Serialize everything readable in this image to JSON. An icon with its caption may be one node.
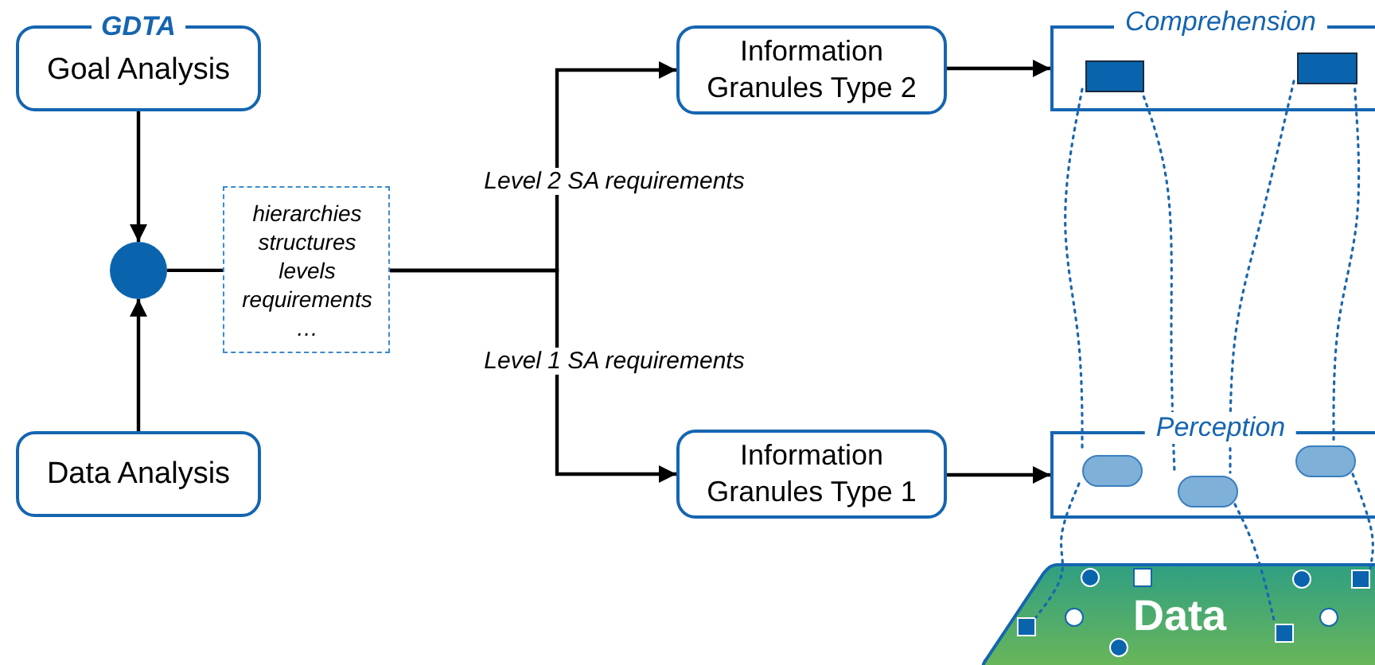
{
  "diagram": {
    "nodes": [
      {
        "text": [
          "GDTA",
          "Goal Analysis"
        ]
      },
      {
        "text": [],
        "shape": "circle"
      },
      {
        "text": [
          "Data Analysis"
        ]
      },
      {
        "text": [
          "hierarchies structures levels requirements …"
        ]
      },
      {
        "text": [
          "Information Granules Type 2"
        ]
      },
      {
        "text": [
          "Information Granules Type 1"
        ]
      },
      {
        "text": [
          "Comprehension"
        ]
      },
      {
        "text": [],
        "shape": "box",
        "in": 6
      },
      {
        "text": [],
        "shape": "box",
        "in": 6
      },
      {
        "text": [
          "Perception"
        ]
      },
      {
        "text": [],
        "shape": "pill",
        "in": 9
      },
      {
        "text": [],
        "shape": "pill",
        "in": 9
      },
      {
        "text": [],
        "shape": "pill",
        "in": 9
      },
      {
        "text": [
          "Data"
        ]
      },
      {
        "text": [],
        "shape": "circle",
        "in": 13
      },
      {
        "text": [],
        "shape": "box",
        "in": 13
      },
      {
        "text": [],
        "shape": "circle",
        "in": 13
      },
      {
        "text": [],
        "shape": "box",
        "in": 13
      },
      {
        "text": [],
        "shape": "box",
        "in": 13
      },
      {
        "text": [],
        "shape": "circle",
        "in": 13
      },
      {
        "text": [],
        "shape": "box",
        "in": 13
      },
      {
        "text": [],
        "shape": "circle",
        "in": 13
      },
      {
        "text": [],
        "shape": "circle",
        "in": 13
      }
    ],
    "edges": [
      {
        "from": 0,
        "to": 1,
        "arrow": "to"
      },
      {
        "from": 2,
        "to": 1,
        "arrow": "to"
      },
      {
        "from": 1,
        "to": 3,
        "arrow": "none"
      },
      {
        "from": 3,
        "to": 4,
        "arrow": "to",
        "label": "Level 2 SA requirements"
      },
      {
        "from": 3,
        "to": 5,
        "arrow": "to",
        "label": "Level 1 SA requirements"
      },
      {
        "from": 4,
        "to": 6,
        "arrow": "to"
      },
      {
        "from": 5,
        "to": 9,
        "arrow": "to"
      },
      {
        "from": 7,
        "to": 10,
        "arrow": "none",
        "style": "dashed",
        "color": "#1a66b0"
      },
      {
        "from": 7,
        "to": 11,
        "arrow": "none",
        "style": "dashed",
        "color": "#1a66b0"
      },
      {
        "from": 8,
        "to": 11,
        "arrow": "none",
        "style": "dashed",
        "color": "#1a66b0"
      },
      {
        "from": 8,
        "to": 12,
        "arrow": "none",
        "style": "dashed",
        "color": "#1a66b0"
      },
      {
        "from": 10,
        "to": 18,
        "arrow": "none",
        "style": "dashed",
        "color": "#1a66b0"
      },
      {
        "from": 11,
        "to": 20,
        "arrow": "none",
        "style": "dashed",
        "color": "#1a66b0"
      },
      {
        "from": 12,
        "to": 17,
        "arrow": "none",
        "style": "dashed",
        "color": "#1a66b0"
      }
    ]
  }
}
